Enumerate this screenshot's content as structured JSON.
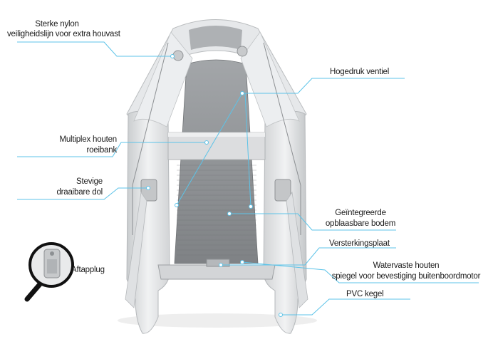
{
  "callouts": {
    "safety_line": {
      "line1": "Sterke nylon",
      "line2": "veiligheidslijn voor extra houvast"
    },
    "valve": {
      "line1": "Hogedruk ventiel"
    },
    "bench": {
      "line1": "Multiplex houten",
      "line2": "roeibank"
    },
    "oarlock": {
      "line1": "Stevige",
      "line2": "draaibare dol"
    },
    "floor": {
      "line1": "Geïntegreerde",
      "line2": "opblaasbare bodem"
    },
    "reinforcement": {
      "line1": "Versterkingsplaat"
    },
    "transom": {
      "line1": "Watervaste houten",
      "line2": "spiegel voor bevestiging buitenboordmotor"
    },
    "cone": {
      "line1": "PVC kegel"
    },
    "drain": {
      "line1": "Aftapplug"
    }
  },
  "colors": {
    "leader_line": "#5cc3e8",
    "tube": "#e4e6e8",
    "floor": "#8a8d90",
    "wood": "#d9dadb"
  }
}
